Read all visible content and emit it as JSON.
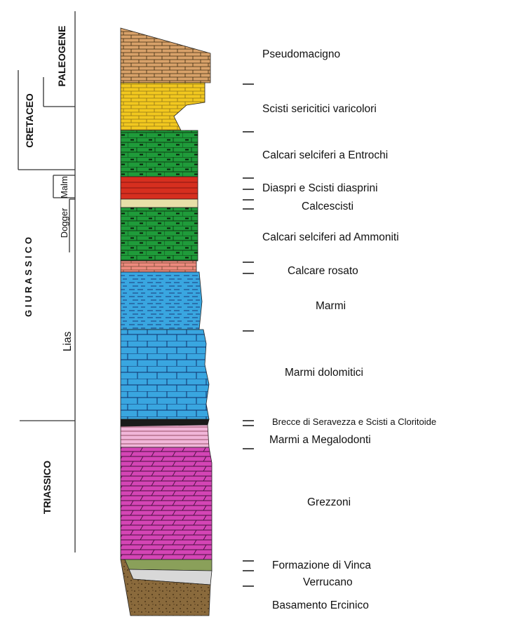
{
  "periods": {
    "paleogene": "PALEOGENE",
    "cretaceo": "CRETACEO",
    "giurassico": "G I U R A S S I C O",
    "triassico": "TRIASSICO"
  },
  "epochs": {
    "malm": "Malm",
    "dogger": "Dogger",
    "lias": "Lias"
  },
  "formations": [
    {
      "label": "Pseudomacigno",
      "color": "#d9a26a"
    },
    {
      "label": "Scisti sericitici varicolori",
      "color": "#f2c81f"
    },
    {
      "label": "Calcari selciferi a Entrochi",
      "color": "#1f9b3a"
    },
    {
      "label": "Diaspri e Scisti diasprini",
      "color": "#d62f1f"
    },
    {
      "label": "Calcescisti",
      "color": "#e7dfa8"
    },
    {
      "label": "Calcari selciferi ad Ammoniti",
      "color": "#1f9b3a"
    },
    {
      "label": "Calcare rosato",
      "color": "#ee8a7e"
    },
    {
      "label": "Marmi",
      "color": "#39a6e0"
    },
    {
      "label": "Marmi dolomitici",
      "color": "#39a6e0"
    },
    {
      "label": "Brecce di Seravezza e Scisti a Cloritoide",
      "color": "#1a1a1a"
    },
    {
      "label": "Marmi a Megalodonti",
      "color": "#f1b6d9"
    },
    {
      "label": "Grezzoni",
      "color": "#d445b5"
    },
    {
      "label": "Formazione di Vinca",
      "color": "#8aa05a"
    },
    {
      "label": "Verrucano",
      "color": "#d8d8d8"
    },
    {
      "label": "Basamento Ercinico",
      "color": "#8a6a3c"
    }
  ]
}
